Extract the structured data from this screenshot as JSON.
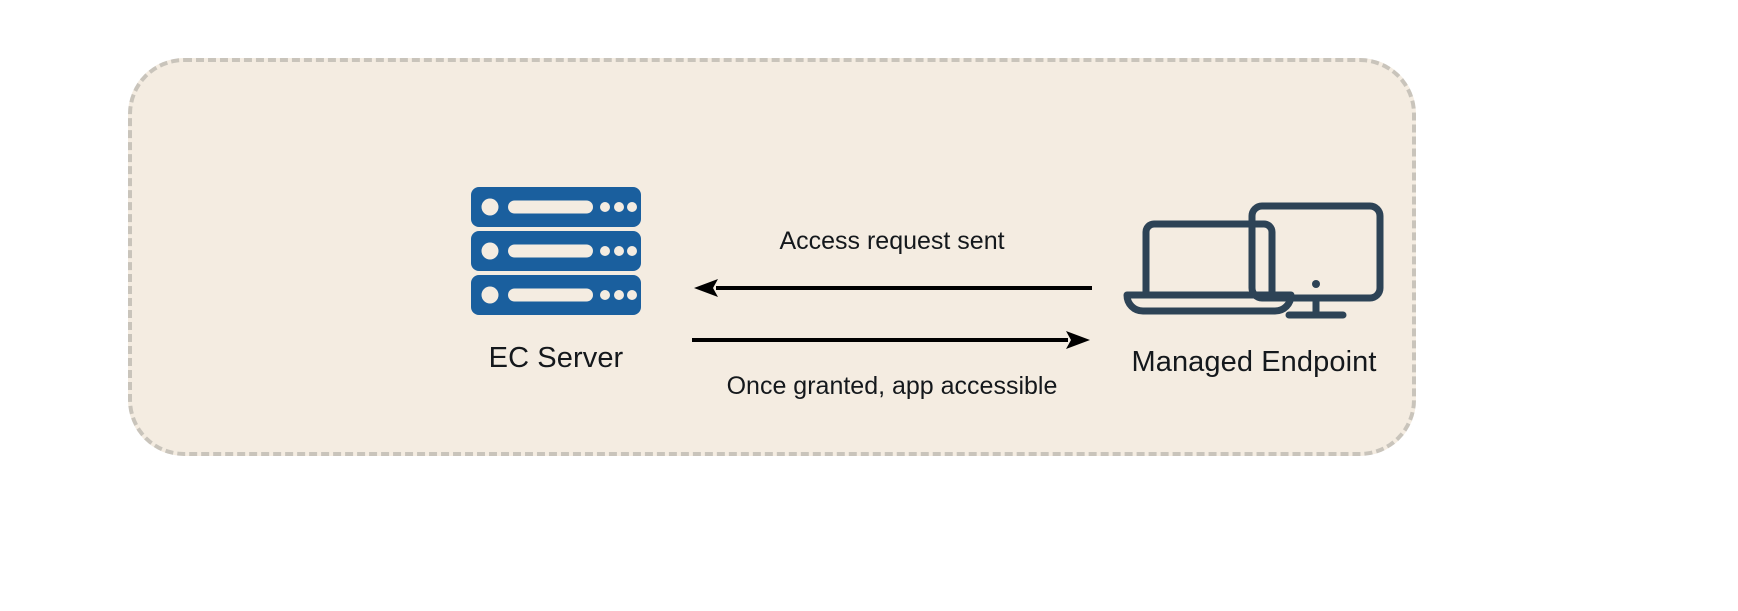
{
  "diagram": {
    "container": {
      "name": "access-flow-container",
      "background_color": "#f4ece1",
      "border_color": "#c9c4bb",
      "border_style": "dashed"
    },
    "nodes": [
      {
        "id": "ec-server",
        "label": "EC Server",
        "icon": "server-rack-icon",
        "icon_color": "#1a5f9e"
      },
      {
        "id": "managed-endpoint",
        "label": "Managed Endpoint",
        "icon": "laptop-monitor-icon",
        "icon_color": "#2d4356"
      }
    ],
    "flows": [
      {
        "id": "access-request",
        "label": "Access request sent",
        "direction": "right-to-left",
        "color": "#000000"
      },
      {
        "id": "app-accessible",
        "label": "Once granted, app accessible",
        "direction": "left-to-right",
        "color": "#000000"
      }
    ],
    "text_color": "#14181c"
  }
}
